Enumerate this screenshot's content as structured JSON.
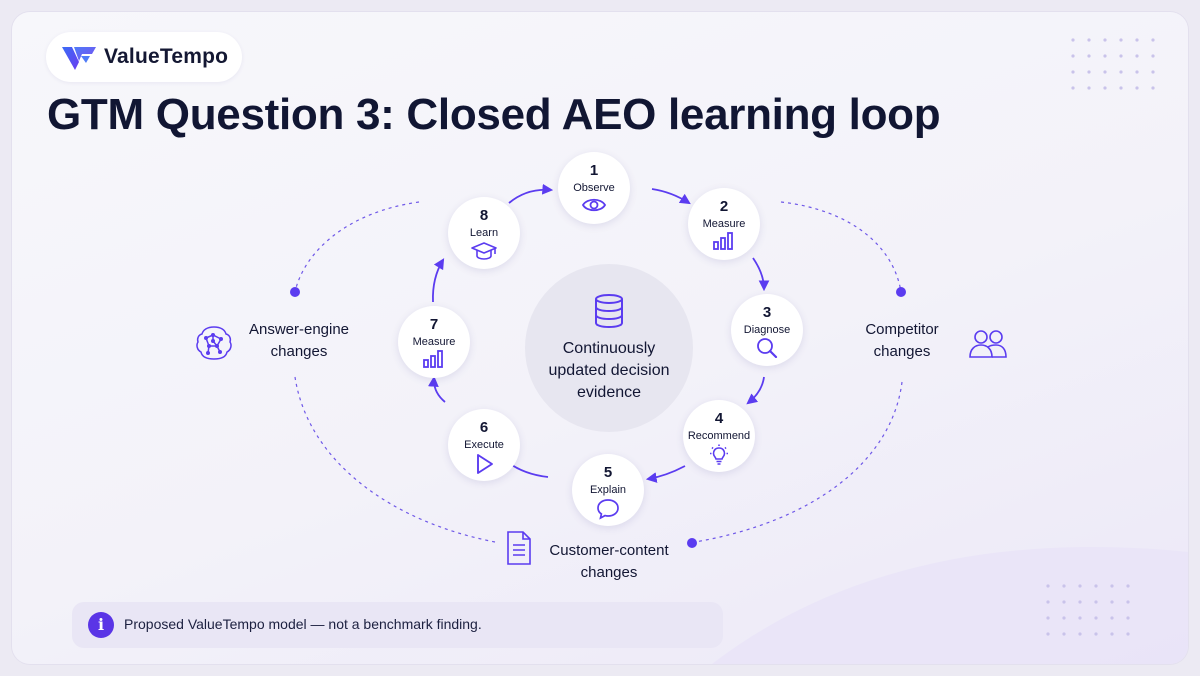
{
  "brand": {
    "name": "ValueTempo"
  },
  "title": "GTM Question 3: Closed AEO learning loop",
  "colors": {
    "accent": "#5b3cf0",
    "text": "#111633",
    "background": "#f5f4fa"
  },
  "steps": [
    {
      "num": "1",
      "label": "Observe",
      "icon": "eye-icon"
    },
    {
      "num": "2",
      "label": "Measure",
      "icon": "bar-chart-icon"
    },
    {
      "num": "3",
      "label": "Diagnose",
      "icon": "magnifier-icon"
    },
    {
      "num": "4",
      "label": "Recommend",
      "icon": "lightbulb-icon"
    },
    {
      "num": "5",
      "label": "Explain",
      "icon": "speech-bubble-icon"
    },
    {
      "num": "6",
      "label": "Execute",
      "icon": "play-icon"
    },
    {
      "num": "7",
      "label": "Measure",
      "icon": "bar-chart-icon"
    },
    {
      "num": "8",
      "label": "Learn",
      "icon": "graduation-cap-icon"
    }
  ],
  "center": {
    "line1": "Continuously",
    "line2": "updated decision",
    "line3": "evidence",
    "icon": "database-icon"
  },
  "outer": {
    "left": {
      "line1": "Answer-engine",
      "line2": "changes",
      "icon": "ai-brain-icon"
    },
    "right": {
      "line1": "Competitor",
      "line2": "changes",
      "icon": "users-icon"
    },
    "bottom": {
      "line1": "Customer-content",
      "line2": "changes",
      "icon": "document-icon"
    }
  },
  "note": {
    "text": "Proposed ValueTempo model — not a benchmark finding.",
    "icon": "info-icon"
  }
}
